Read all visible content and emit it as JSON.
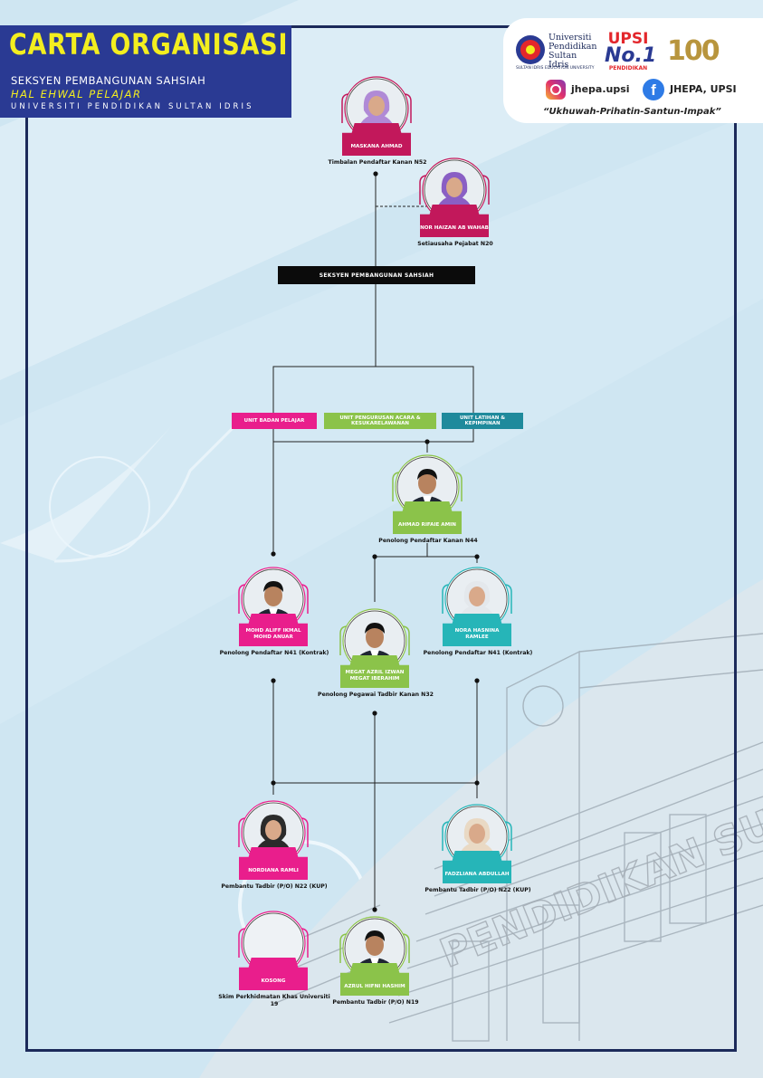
{
  "header": {
    "title": "CARTA ORGANISASI",
    "subtitle1": "SEKSYEN PEMBANGUNAN SAHSIAH",
    "subtitle2": "HAL EHWAL PELAJAR",
    "subtitle3": "UNIVERSITI PENDIDIKAN SULTAN IDRIS"
  },
  "branding": {
    "upsi_name": "Universiti Pendidikan Sultan Idris",
    "upsi_tagline": "SULTAN IDRIS EDUCATION UNIVERSITY",
    "no1_top": "UPSI",
    "no1_mid": "No.1",
    "no1_bottom": "PENDIDIKAN",
    "centenary": "100",
    "instagram": "jhepa.upsi",
    "facebook": "JHEPA, UPSI",
    "slogan": "“Ukhuwah-Prihatin-Santun-Impak”"
  },
  "section_title": "SEKSYEN PEMBANGUNAN SAHSIAH",
  "units": [
    {
      "label": "UNIT BADAN PELAJAR",
      "color": "#e91e8c"
    },
    {
      "label": "UNIT PENGURUSAN ACARA & KESUKARELAWANAN",
      "color": "#8bc34a"
    },
    {
      "label": "UNIT LATIHAN & KEPIMPINAN",
      "color": "#1f8a9c"
    }
  ],
  "colors": {
    "navy": "#2a3a93",
    "yellow": "#f3ee1f",
    "pink": "#e91e8c",
    "crimson": "#c2185b",
    "green": "#8bc34a",
    "teal": "#26b5b8",
    "frame": "#1c2a5a"
  },
  "people": [
    {
      "id": "maskana",
      "name": "MASKANA AHMAD",
      "position": "Timbalan Pendaftar Kanan N52",
      "color": "#c2185b"
    },
    {
      "id": "norhaizan",
      "name": "NOR HAIZAN AB WAHAB",
      "position": "Setiausaha Pejabat N20",
      "color": "#c2185b"
    },
    {
      "id": "ahmadrifaie",
      "name": "AHMAD RIFAIE AMIN",
      "position": "Penolong Pendaftar Kanan N44",
      "color": "#8bc34a"
    },
    {
      "id": "mohdaliff",
      "name": "MOHD ALIFF IKMAL MOHD ANUAR",
      "position": "Penolong Pendaftar N41 (Kontrak)",
      "color": "#e91e8c"
    },
    {
      "id": "megat",
      "name": "MEGAT AZRIL IZWAN MEGAT IBERAHIM",
      "position": "Penolong Pegawai Tadbir Kanan N32",
      "color": "#8bc34a"
    },
    {
      "id": "nora",
      "name": "NORA HASNINA RAMLEE",
      "position": "Penolong Pendaftar N41 (Kontrak)",
      "color": "#26b5b8"
    },
    {
      "id": "nordiana",
      "name": "NORDIANA RAMLI",
      "position": "Pembantu Tadbir (P/O) N22 (KUP)",
      "color": "#e91e8c"
    },
    {
      "id": "fadzliana",
      "name": "FADZLIANA ABDULLAH",
      "position": "Pembantu Tadbir (P/O) N22 (KUP)",
      "color": "#26b5b8"
    },
    {
      "id": "kosong",
      "name": "KOSONG",
      "position": "Skim Perkhidmatan Khas Universiti 19",
      "color": "#e91e8c"
    },
    {
      "id": "azrul",
      "name": "AZRUL HIFNI HASHIM",
      "position": "Pembantu Tadbir (P/O) N19",
      "color": "#8bc34a"
    }
  ]
}
